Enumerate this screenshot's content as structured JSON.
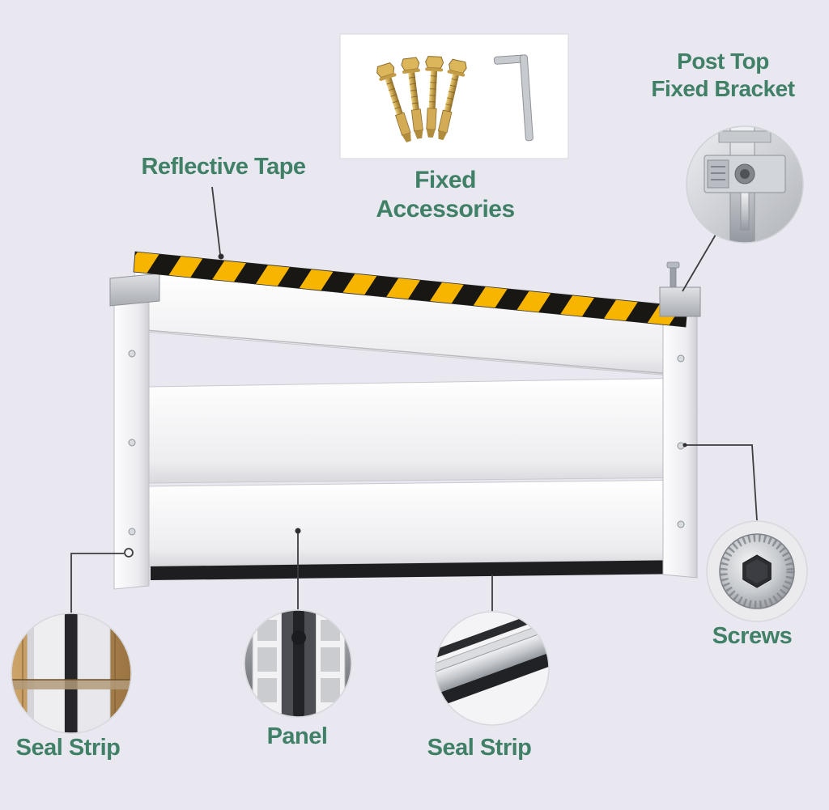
{
  "page": {
    "background": "#e9e8f0"
  },
  "theme": {
    "label_color": "#3f8066",
    "leader_line_color": "#3d3d40",
    "hazard_yellow": "#f7b500",
    "hazard_black": "#191714",
    "panel_white": "#f7f7f9",
    "metal_grey": "#c3c6cb",
    "bolt_brass": "#c9a24a",
    "rubber_black": "#222327",
    "wood_brown": "#b98d58"
  },
  "callouts": {
    "reflective_tape": {
      "label": "Reflective Tape"
    },
    "fixed_accessories": {
      "line1": "Fixed",
      "line2": "Accessories"
    },
    "post_top_bracket": {
      "line1": "Post Top",
      "line2": "Fixed Bracket"
    },
    "screws": {
      "label": "Screws"
    },
    "seal_strip_left": {
      "label": "Seal Strip"
    },
    "panel": {
      "label": "Panel"
    },
    "seal_strip_center": {
      "label": "Seal Strip"
    }
  }
}
